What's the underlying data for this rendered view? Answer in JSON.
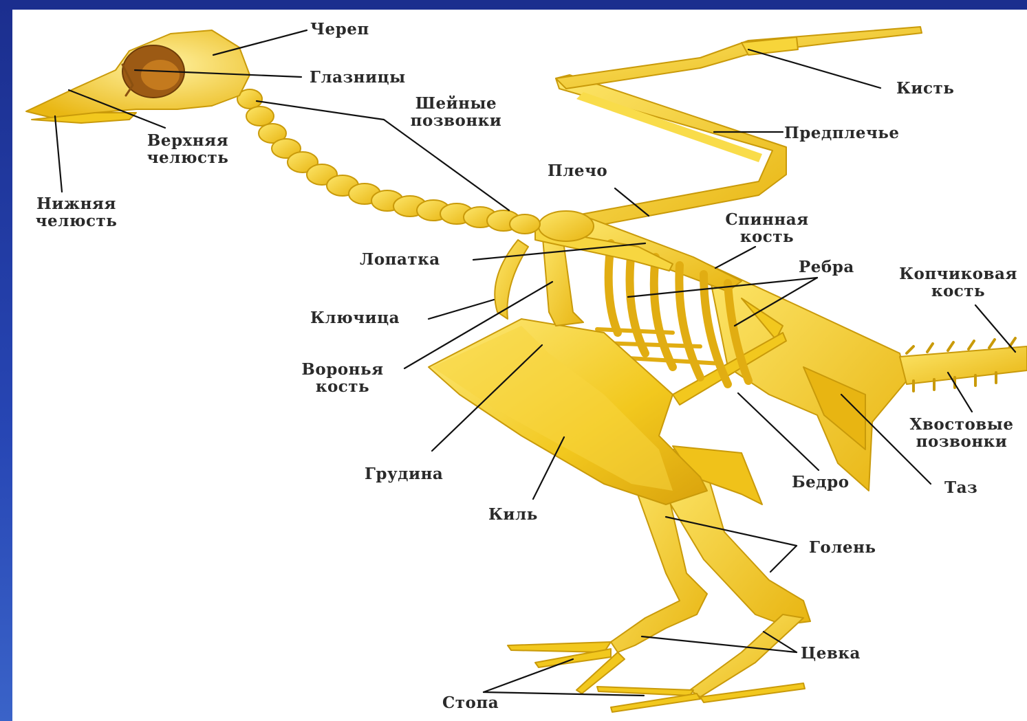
{
  "diagram": {
    "colors": {
      "bone": "#f2c81e",
      "bone_light": "#fde66a",
      "bone_dark": "#c99a0a",
      "leader": "#111111",
      "frame": "#1b2e8e"
    },
    "labels": {
      "skull": "Череп",
      "orbits": "Глазницы",
      "hand": "Кисть",
      "neck_line1": "Шейные",
      "neck_line2": "позвонки",
      "forearm": "Предплечье",
      "upper_jaw_line1": "Верхняя",
      "upper_jaw_line2": "челюсть",
      "shoulder": "Плечо",
      "lower_jaw_line1": "Нижняя",
      "lower_jaw_line2": "челюсть",
      "back_bone_line1": "Спинная",
      "back_bone_line2": "кость",
      "scapula": "Лопатка",
      "ribs": "Ребра",
      "coccyx_line1": "Копчиковая",
      "coccyx_line2": "кость",
      "clavicle": "Ключица",
      "coracoid_line1": "Воронья",
      "coracoid_line2": "кость",
      "tail_line1": "Хвостовые",
      "tail_line2": "позвонки",
      "sternum": "Грудина",
      "femur": "Бедро",
      "pelvis": "Таз",
      "keel": "Киль",
      "shin": "Голень",
      "tarsus": "Цевка",
      "foot": "Стопа"
    }
  }
}
